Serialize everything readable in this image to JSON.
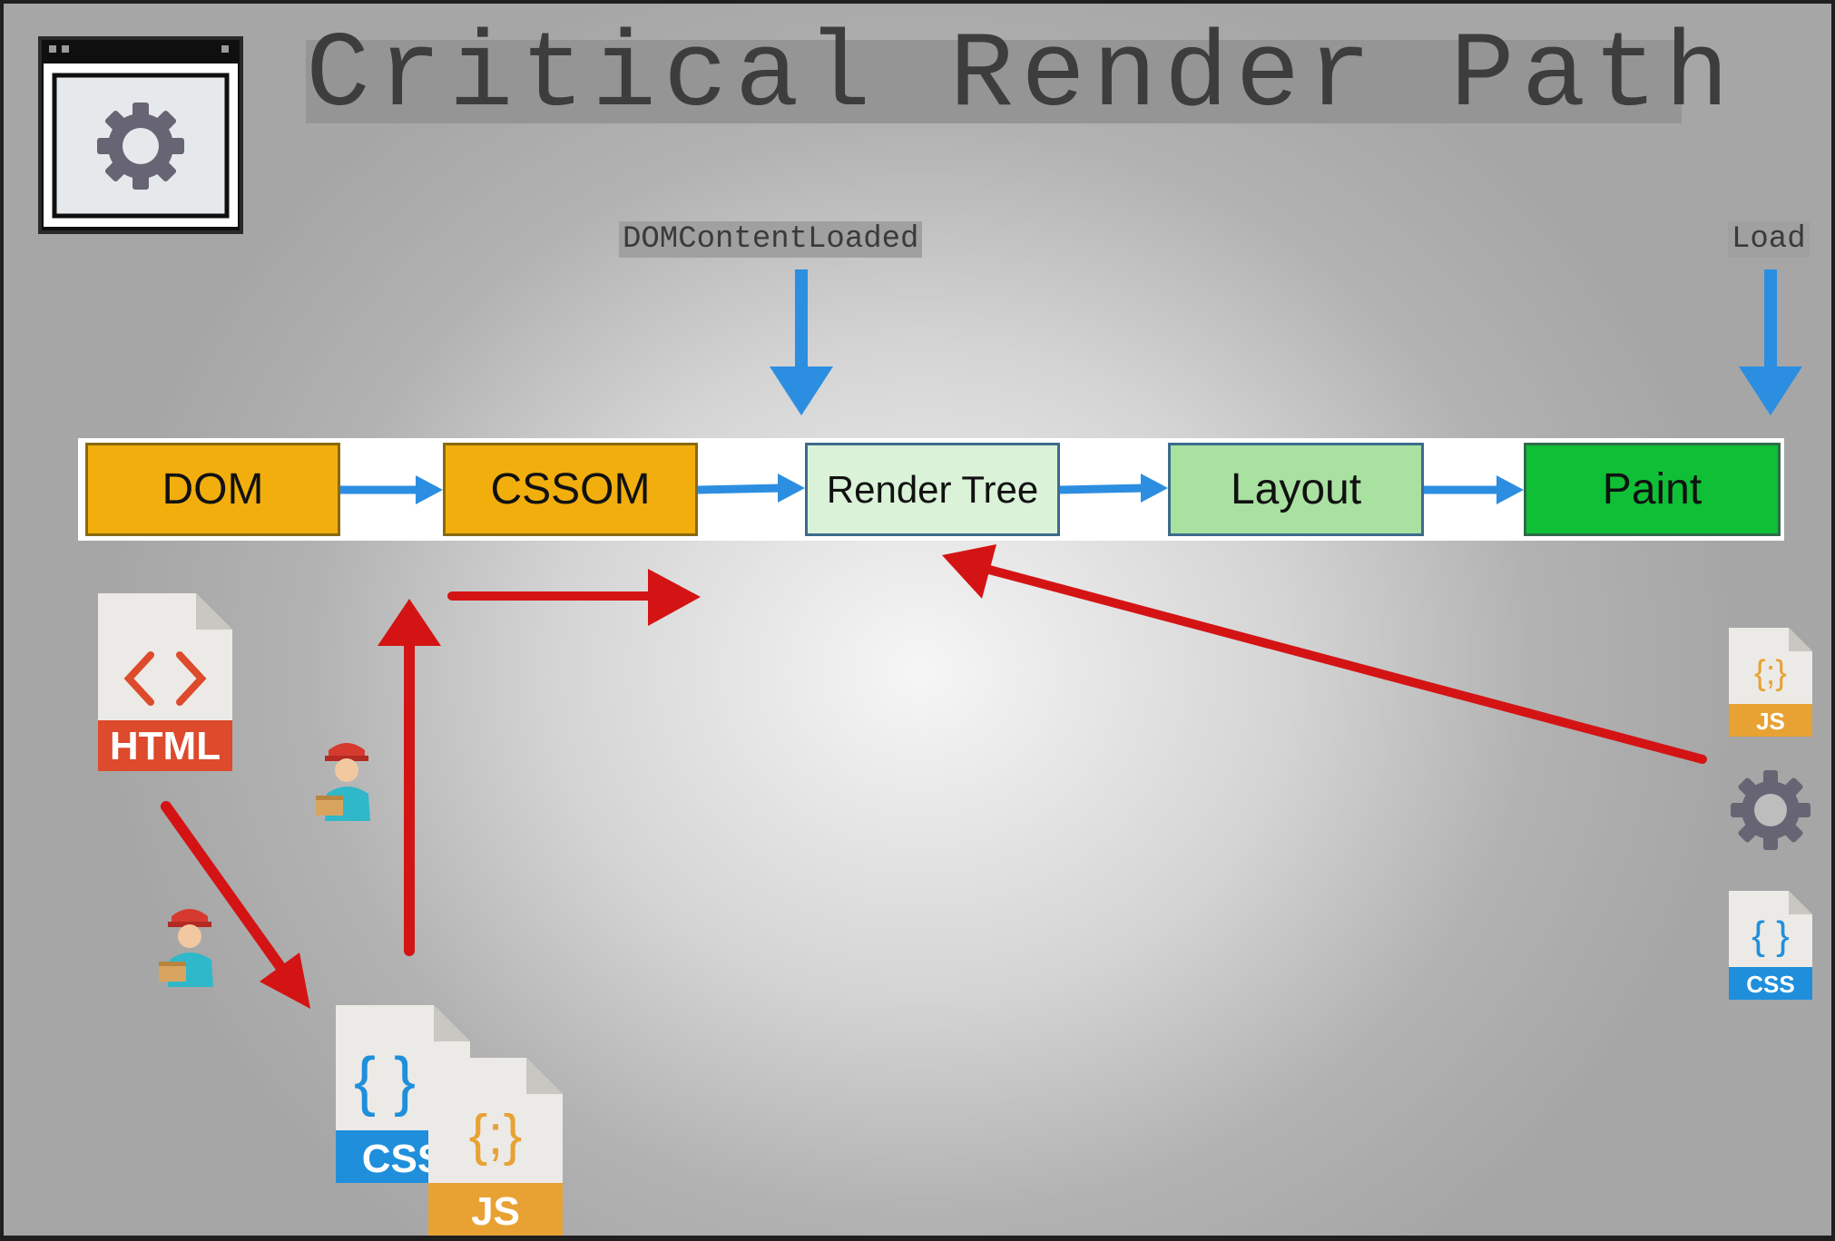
{
  "title": "Critical Render Path",
  "events": {
    "dom_content_loaded": "DOMContentLoaded",
    "load": "Load"
  },
  "pipeline": [
    {
      "label": "DOM",
      "color": "#f2ae0d",
      "border": "#8a6a10"
    },
    {
      "label": "CSSOM",
      "color": "#f2ae0d",
      "border": "#8a6a10"
    },
    {
      "label": "Render Tree",
      "color": "#daf2d7",
      "border": "#3d6b8c"
    },
    {
      "label": "Layout",
      "color": "#a9e1a0",
      "border": "#3d6b8c"
    },
    {
      "label": "Paint",
      "color": "#0fbf35",
      "border": "#2f6b4c"
    }
  ],
  "files": {
    "html": "HTML",
    "css": "CSS",
    "js": "JS",
    "js_brace": "{;}",
    "css_brace": "{ }",
    "html_brackets": "< >"
  },
  "colors": {
    "blue_arrow": "#2c8ee0",
    "red_arrow": "#d41414",
    "html_red": "#dd4a2c",
    "css_blue": "#1f8fdc",
    "js_orange": "#e8a234",
    "gear": "#676473",
    "page_fold": "#c9c7c2",
    "page": "#eceae6"
  },
  "icons": [
    "browser-settings-icon",
    "gear-icon",
    "delivery-worker-icon",
    "html-file-icon",
    "css-file-icon",
    "js-file-icon"
  ]
}
